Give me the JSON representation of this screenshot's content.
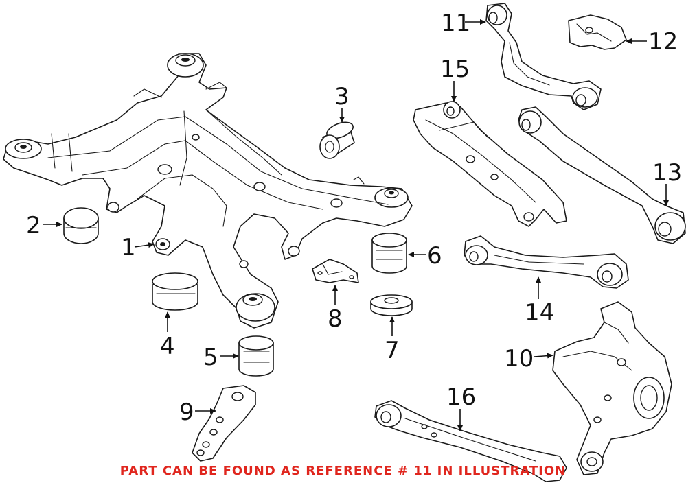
{
  "callouts": [
    {
      "id": "1",
      "label": "1"
    },
    {
      "id": "2",
      "label": "2"
    },
    {
      "id": "3",
      "label": "3"
    },
    {
      "id": "4",
      "label": "4"
    },
    {
      "id": "5",
      "label": "5"
    },
    {
      "id": "6",
      "label": "6"
    },
    {
      "id": "7",
      "label": "7"
    },
    {
      "id": "8",
      "label": "8"
    },
    {
      "id": "9",
      "label": "9"
    },
    {
      "id": "10",
      "label": "10"
    },
    {
      "id": "11",
      "label": "11"
    },
    {
      "id": "12",
      "label": "12"
    },
    {
      "id": "13",
      "label": "13"
    },
    {
      "id": "14",
      "label": "14"
    },
    {
      "id": "15",
      "label": "15"
    },
    {
      "id": "16",
      "label": "16"
    }
  ],
  "footer": {
    "note": "PART CAN BE FOUND AS REFERENCE # 11 IN ILLUSTRATION",
    "color": "#e0261e"
  }
}
